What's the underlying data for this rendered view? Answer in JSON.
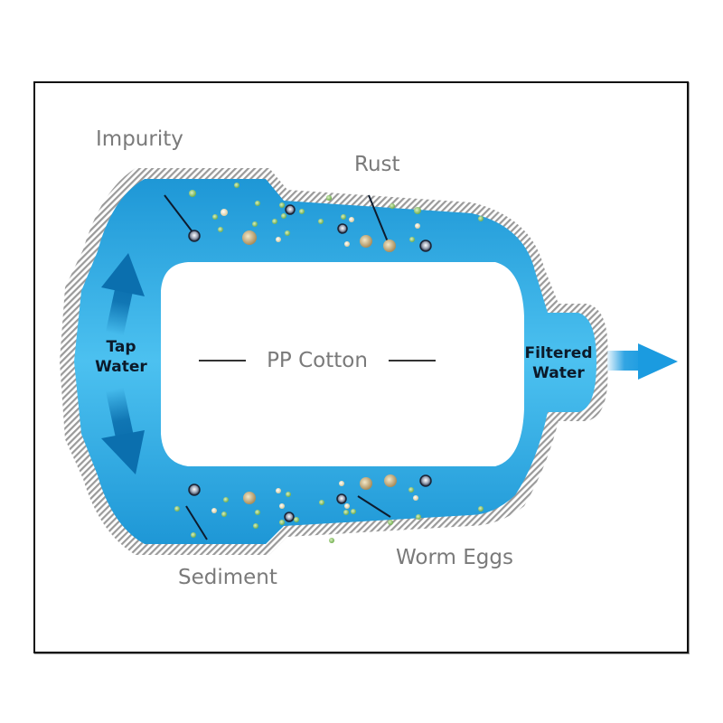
{
  "diagram": {
    "title": "PP Cotton filter cross-section",
    "center_label": "PP Cotton",
    "inlet": {
      "line1": "Tap",
      "line2": "Water"
    },
    "outlet": {
      "line1": "Filtered",
      "line2": "Water"
    },
    "contaminants": [
      {
        "id": "impurity",
        "label": "Impurity"
      },
      {
        "id": "rust",
        "label": "Rust"
      },
      {
        "id": "sediment",
        "label": "Sediment"
      },
      {
        "id": "worm-eggs",
        "label": "Worm Eggs"
      }
    ],
    "colors": {
      "water": "#2aa7e2",
      "water_light": "#4fc3f1",
      "arrow_dark": "#0b6fae",
      "outlet_arrow": "#1b9be0",
      "hatch": "#9a9a9a",
      "label_gray": "#7a7a7a",
      "particle_green": "#8cc46a",
      "particle_cream": "#efe6c8",
      "particle_rust": "#c9b07e",
      "particle_dark": "#2a3346"
    }
  }
}
